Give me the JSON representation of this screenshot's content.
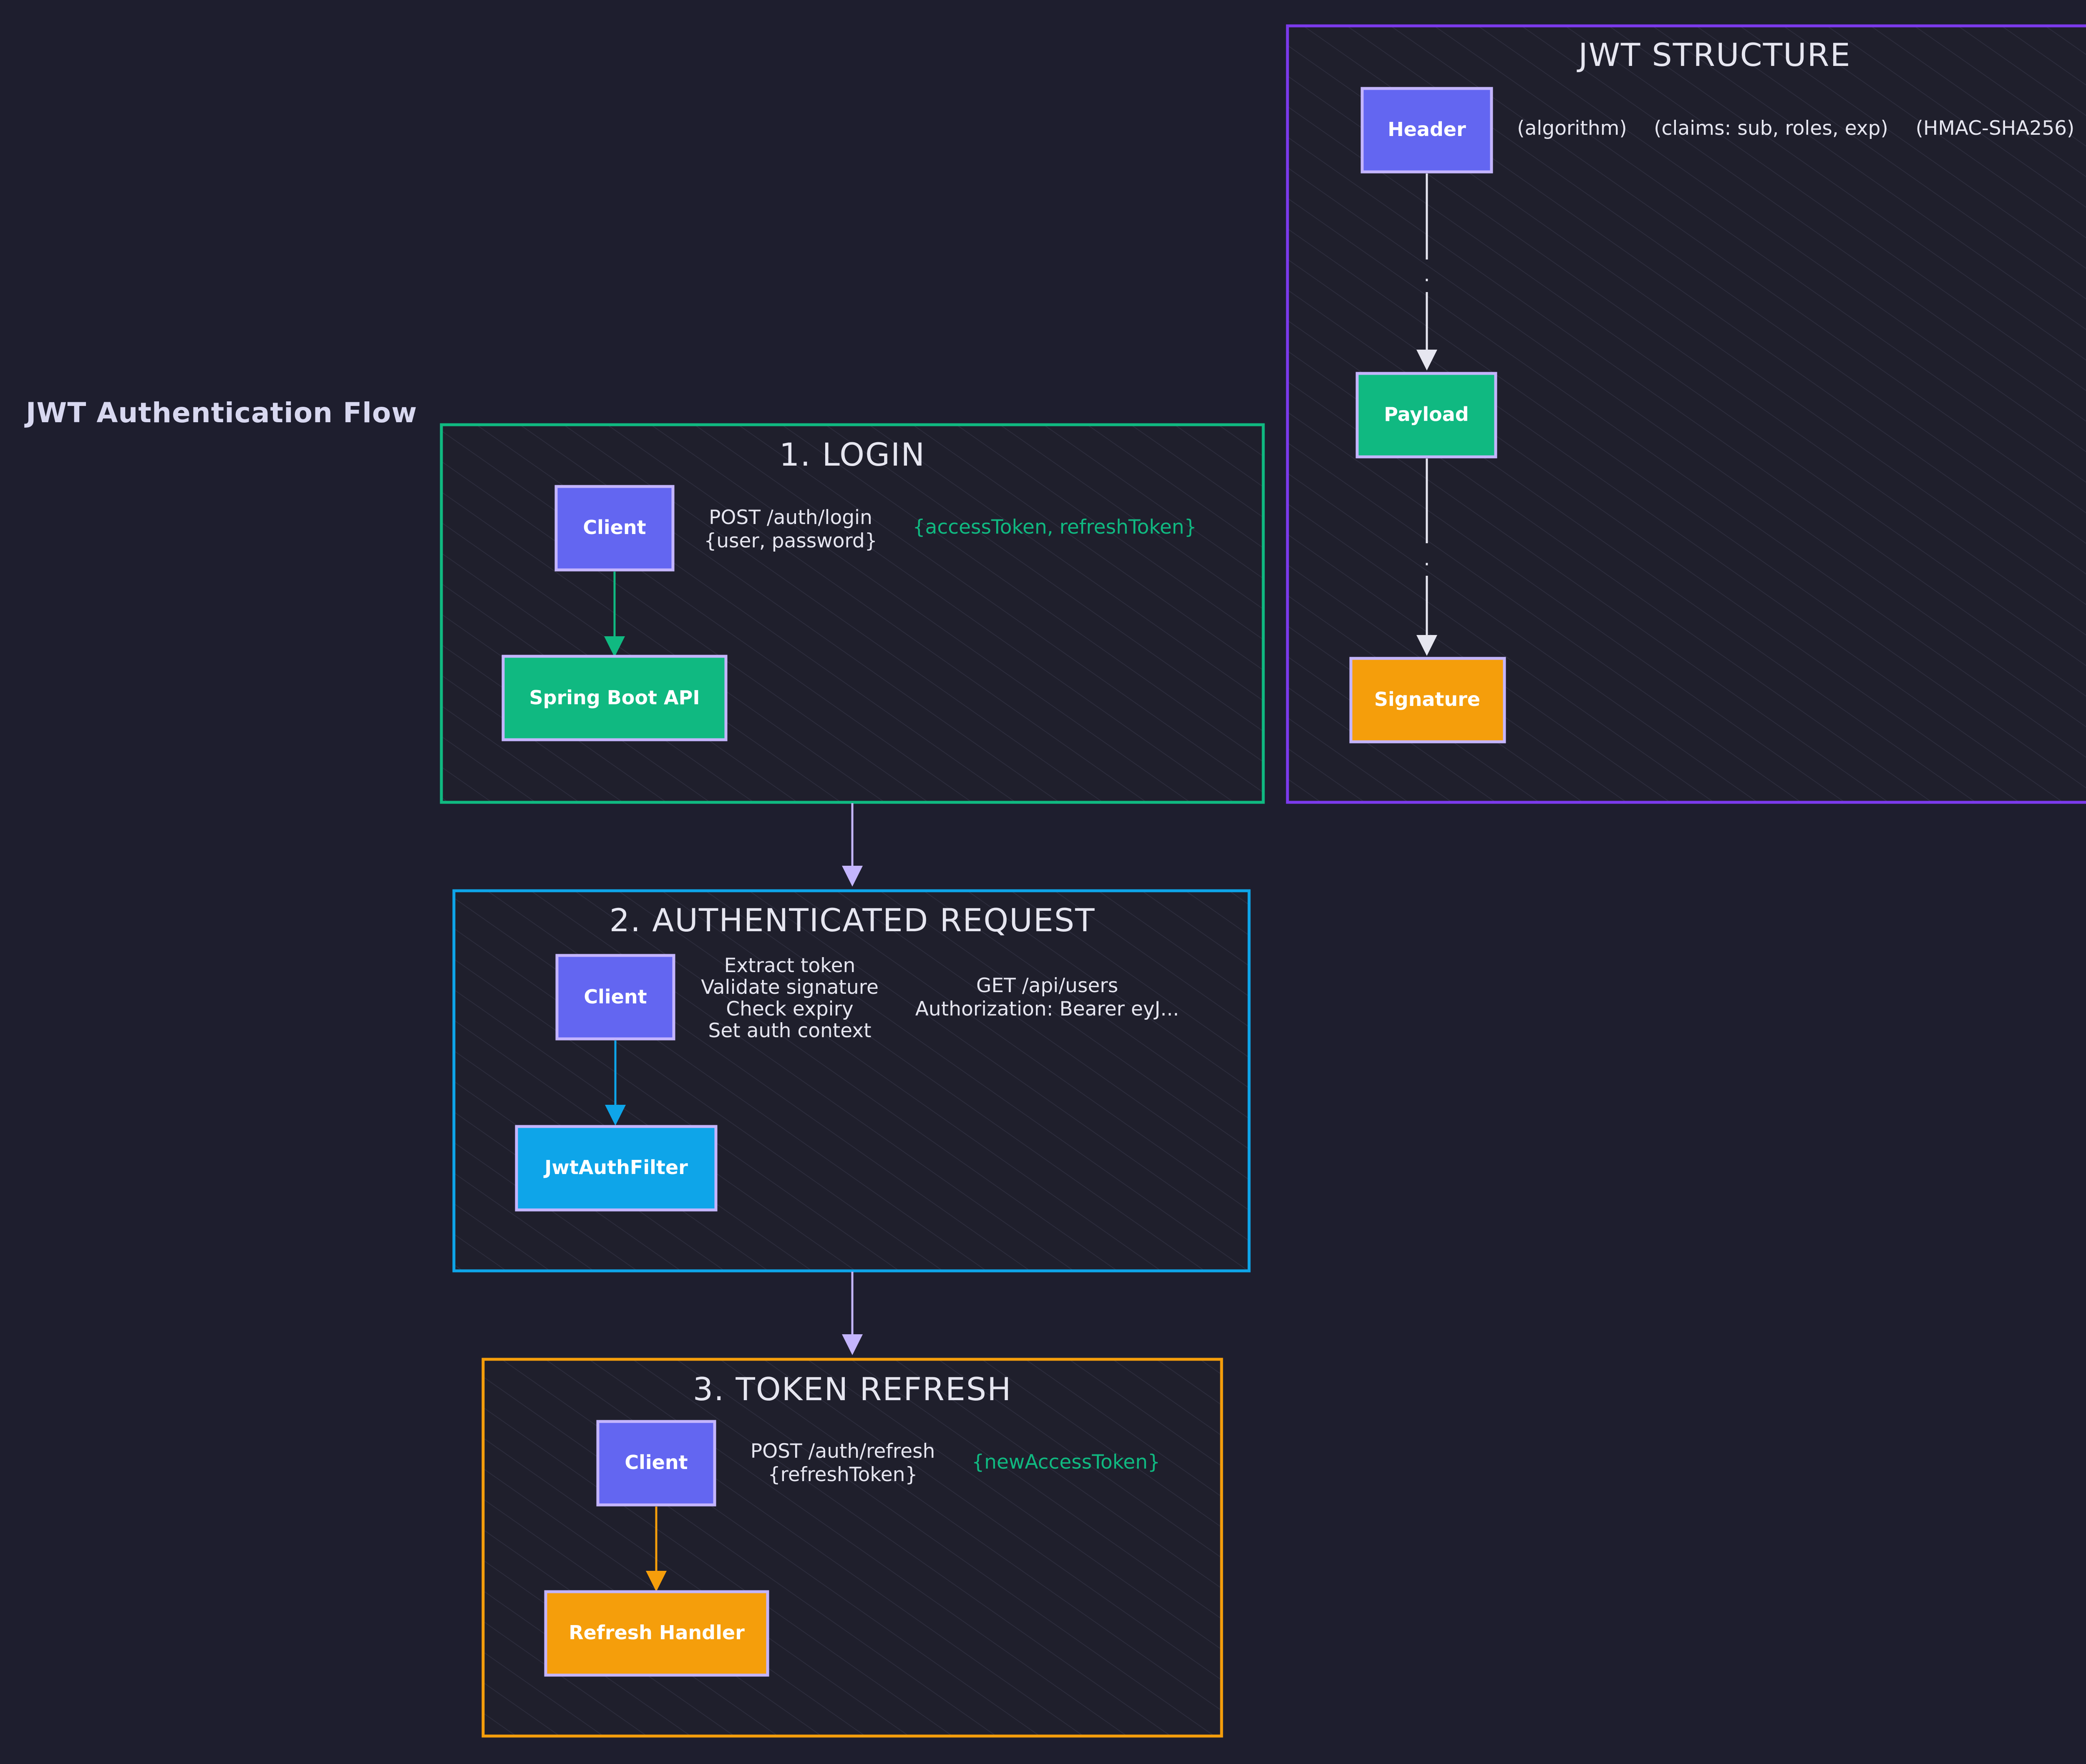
{
  "title": "JWT Authentication Flow",
  "colors": {
    "background": "#1e1e2e",
    "login": "#10b981",
    "request": "#0ea5e9",
    "refresh": "#f59e0b",
    "structure": "#7c3aed",
    "client": "#6366f1",
    "node_border": "#c4b5fd",
    "connector": "#c4b5fd"
  },
  "frames": {
    "login": {
      "title": "1. LOGIN",
      "client": "Client",
      "target": "Spring Boot API",
      "request_lines": [
        "POST /auth/login",
        "{user, password}"
      ],
      "response": "{accessToken, refreshToken}"
    },
    "request": {
      "title": "2. AUTHENTICATED REQUEST",
      "client": "Client",
      "target": "JwtAuthFilter",
      "steps": [
        "Extract token",
        "Validate signature",
        "Check expiry",
        "Set auth context"
      ],
      "request_lines": [
        "GET /api/users",
        "Authorization: Bearer eyJ..."
      ]
    },
    "refresh": {
      "title": "3. TOKEN REFRESH",
      "client": "Client",
      "target": "Refresh Handler",
      "request_lines": [
        "POST /auth/refresh",
        "{refreshToken}"
      ],
      "response": "{newAccessToken}"
    },
    "structure": {
      "title": "JWT STRUCTURE",
      "header": "Header",
      "payload": "Payload",
      "signature": "Signature",
      "notes": [
        "(algorithm)",
        "(claims: sub, roles, exp)",
        "(HMAC-SHA256)"
      ],
      "separators": [
        ".",
        "."
      ]
    }
  }
}
